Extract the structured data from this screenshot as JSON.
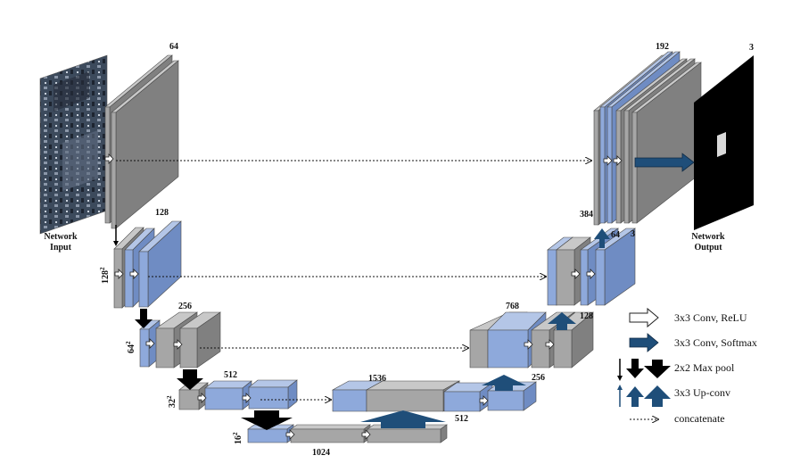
{
  "colors": {
    "blue_face": "#8EA9DB",
    "blue_top": "#B4C6E7",
    "blue_side": "#6F8CC3",
    "gray_face": "#A6A6A6",
    "gray_top": "#C8C8C8",
    "gray_side": "#808080",
    "black_arrow": "#000000",
    "navy_arrow": "#1F4E79",
    "upconv_arrow": "#1F4E79",
    "edge": "#4A4A4A"
  },
  "input": {
    "label": "Network\nInput"
  },
  "output": {
    "label": "Network\nOutput"
  },
  "labels": {
    "c64": "64",
    "c128": "128",
    "c256": "256",
    "c512": "512",
    "c1024": "1024",
    "c1536": "1536",
    "c512up": "512",
    "c768": "768",
    "c256up": "256",
    "c128up": "128",
    "c384": "384",
    "c64up": "64",
    "c3a": "3",
    "c192": "192",
    "c3out": "3",
    "res128": "128",
    "res64": "64",
    "res32": "32",
    "res16": "16",
    "sup": "2"
  },
  "legend": [
    {
      "icon": "white-arrow-icon",
      "label": "3x3 Conv, ReLU"
    },
    {
      "icon": "navy-arrow-icon",
      "label": "3x3 Conv, Softmax"
    },
    {
      "icon": "black-arrow-icon",
      "label": "2x2 Max pool"
    },
    {
      "icon": "up-arrow-icon",
      "label": "3x3 Up-conv"
    },
    {
      "icon": "dotted-arrow-icon",
      "label": "concatenate"
    }
  ]
}
